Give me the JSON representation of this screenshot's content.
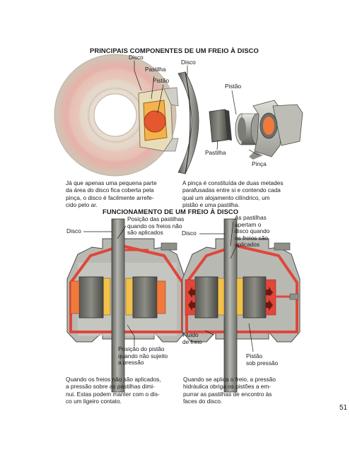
{
  "section1": {
    "title": "PRINCIPAIS COMPONENTES DE UM FREIO À DISCO",
    "labels": {
      "disco_left": "Disco",
      "pastilha_top": "Pastilha",
      "pistao_left": "Pistão",
      "disco_right": "Disco",
      "pistao_right": "Pistão",
      "pastilha_bottom": "Pastilha",
      "pinca": "Pinça"
    },
    "caption_left": [
      "Já que apenas uma pequena parte",
      "da área do disco fica coberta pela",
      "pinça, o disco é facilmente arrefe-",
      "cido pelo ar."
    ],
    "caption_right": [
      "A pinça é constituída de duas metades",
      "parafusadas entre si e contendo cada",
      "qual um alojamento cilíndrico, um",
      "pistão e uma pastilha."
    ]
  },
  "section2": {
    "title": "FUNCIONAMENTO DE UM FREIO À DISCO",
    "labels": {
      "disco_left": "Disco",
      "posicao_pastilhas": [
        "Posição das pastilhas",
        "quando os freios não",
        "são aplicados"
      ],
      "disco_right": "Disco",
      "pastilhas_apertam": [
        "As pastilhas",
        "apertam o",
        "disco quando",
        "os freios são",
        "aplicados"
      ],
      "posicao_pistao": [
        "Posição do pistão",
        "quando não sujeito",
        "a pressão"
      ],
      "fluido": [
        "Fluido",
        "de freio"
      ],
      "pistao_pressao": [
        "Pistão",
        "sob pressão"
      ]
    },
    "caption_left": [
      "Quando os freios não são aplicados,",
      "a pressão sobre as pastilhas dimi-",
      "nui. Estas podem manter com o dis-",
      "co um ligeiro contato."
    ],
    "caption_right": [
      "Quando se aplica o freio, a pressão",
      "hidráulica obriga os pistões a em-",
      "purrar as pastilhas de encontro às",
      "faces do disco."
    ]
  },
  "page_number": "51",
  "colors": {
    "disc": "#d9d3c4",
    "disc_pink": "#e9a9a1",
    "steel": "#8f8f8a",
    "caliper_dark": "#4d4d4a",
    "caliper_light": "#c7c7c0",
    "brake_red": "#e0463a",
    "pad_yellow": "#f2c14a",
    "orange": "#f07a3c"
  }
}
